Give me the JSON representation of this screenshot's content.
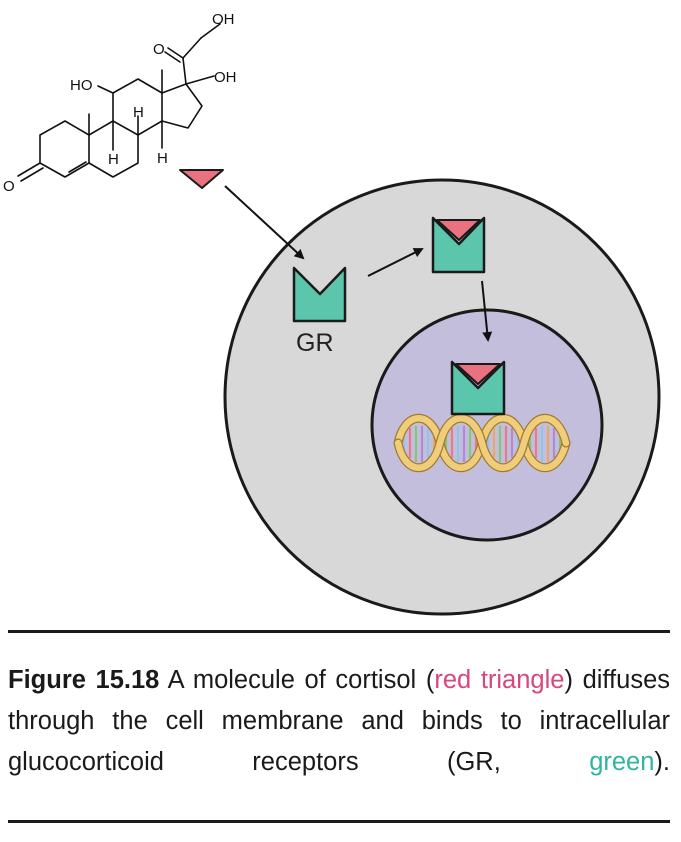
{
  "diagram": {
    "molecule_labels": {
      "oh_top": "OH",
      "o_carbonyl": "O",
      "oh_right": "OH",
      "ho_left": "HO",
      "h_a": "H",
      "h_b": "H",
      "h_c": "H",
      "o_ketone": "O"
    },
    "receptor_label": "GR",
    "colors": {
      "cytoplasm": "#d8d8d8",
      "nucleus": "#c3bedc",
      "receptor": "#5cc6ad",
      "cortisol": "#e8727f",
      "dna_backbone": "#f0cd7a"
    }
  },
  "caption": {
    "figure_number": "Figure 15.18",
    "text_1": " A molecule of cortisol (",
    "red_text": "red triangle",
    "text_2": ") diffuses through the cell membrane and binds to intracellular glucocorticoid receptors (GR, ",
    "green_text": "green",
    "text_3": ")."
  }
}
